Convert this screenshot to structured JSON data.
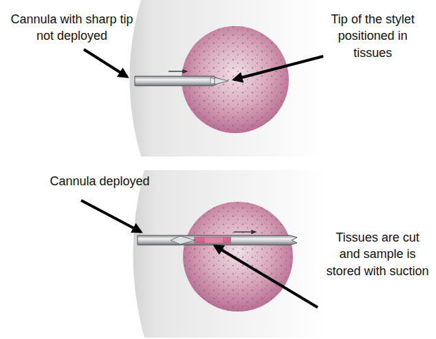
{
  "diagram": {
    "labels": [
      "Cannula with sharp tip not deployed",
      "Tip of the stylet positioned in tissues",
      "Cannula deployed",
      "Tissues are cut and sample is stored with suction"
    ]
  }
}
